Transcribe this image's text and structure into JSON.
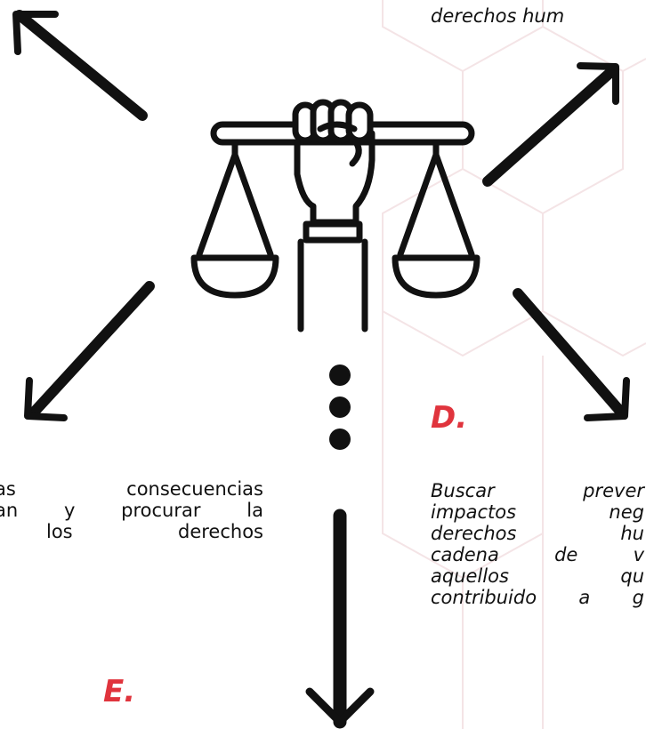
{
  "colors": {
    "accent": "#e0343d",
    "ink": "#111111",
    "hex_pattern": "#f4e4e6"
  },
  "icons": {
    "center": "justice-scale-fist-icon",
    "arrows": "arrow-icon",
    "dots": "vertical-ellipsis-icon"
  },
  "top_right_fragment": "derechos hum",
  "left_text": {
    "lines": [
      "as consecuencias",
      "an y procurar la",
      "los       derechos"
    ]
  },
  "item_d": {
    "letter": "D.",
    "lines": [
      "Buscar prever",
      "impactos neg",
      "derechos hu",
      "cadena de v",
      "aquellos qu",
      "contribuido a g"
    ]
  },
  "item_e": {
    "letter": "E."
  }
}
